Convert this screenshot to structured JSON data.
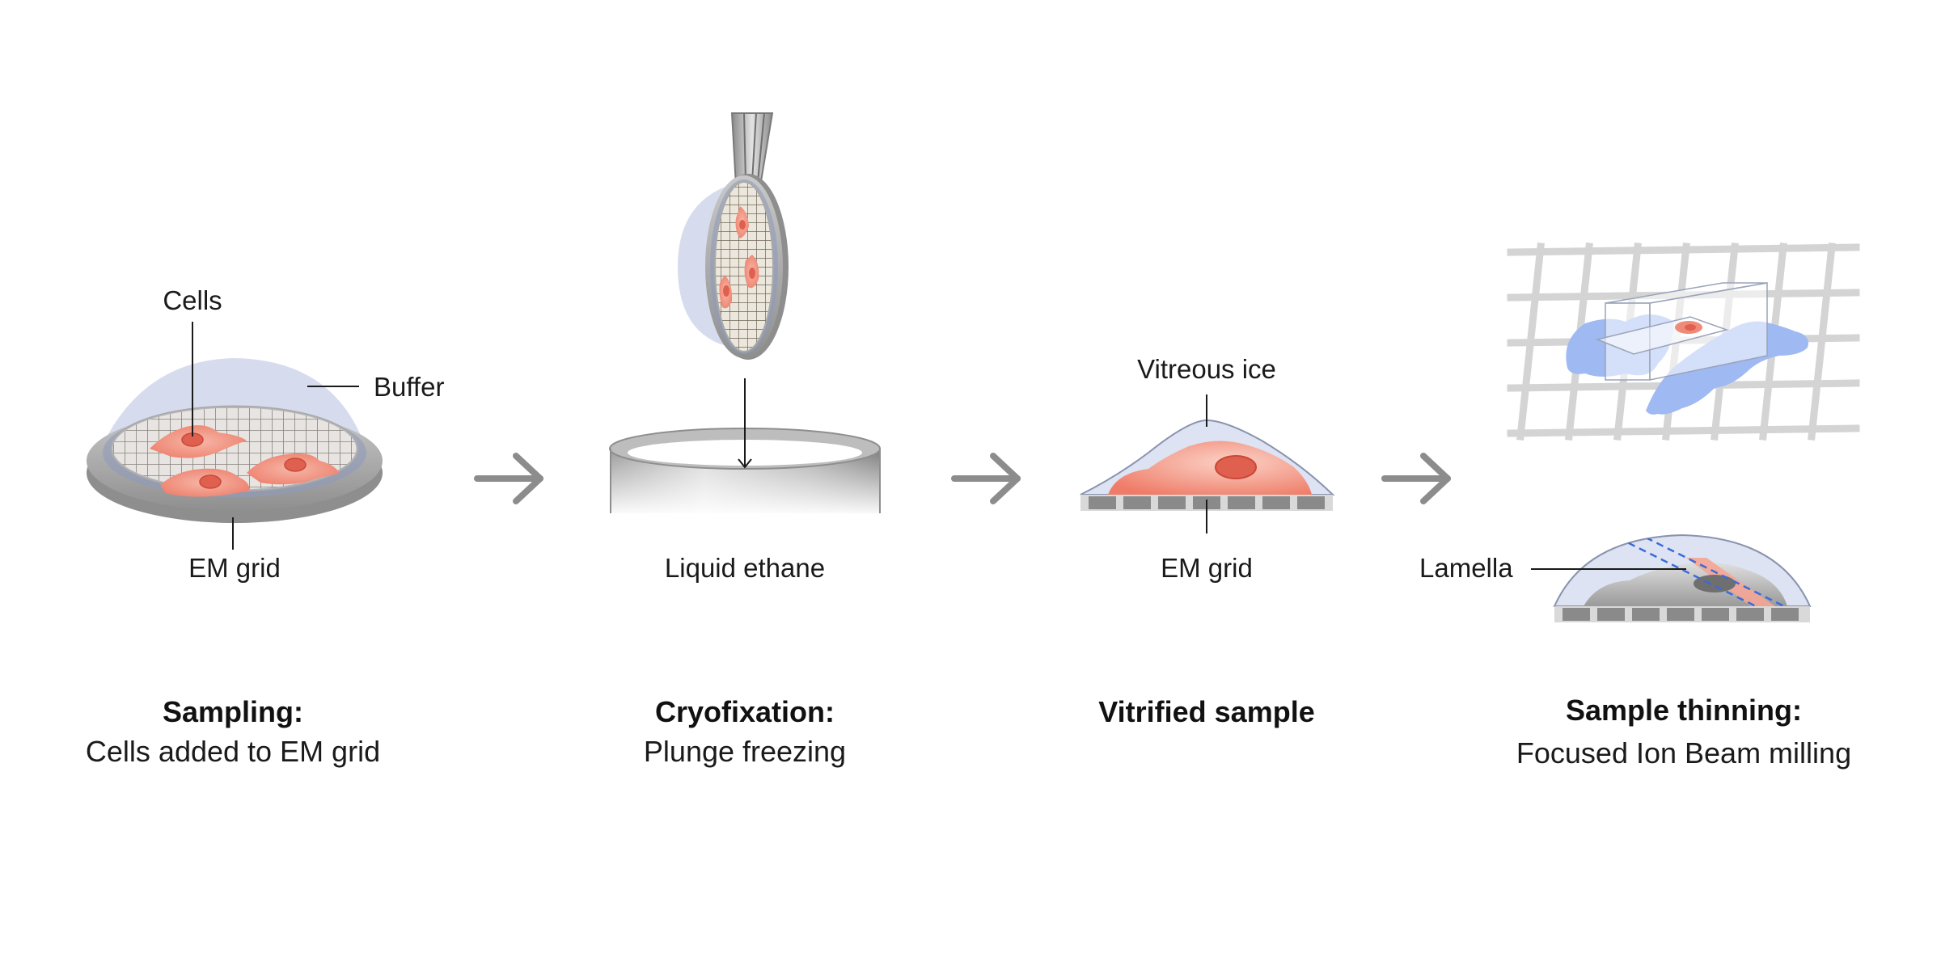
{
  "steps": [
    {
      "title": "Sampling:",
      "subtitle": "Cells added to EM grid",
      "labels": {
        "cells": "Cells",
        "buffer": "Buffer",
        "grid": "EM grid"
      }
    },
    {
      "title": "Cryofixation:",
      "subtitle": "Plunge freezing",
      "labels": {
        "ethane": "Liquid ethane"
      }
    },
    {
      "title": "Vitrified sample",
      "subtitle": "",
      "labels": {
        "ice": "Vitreous ice",
        "grid": "EM grid"
      }
    },
    {
      "title": "Sample thinning:",
      "subtitle": "Focused Ion Beam milling",
      "labels": {
        "lamella": "Lamella"
      }
    }
  ],
  "colors": {
    "arrow": "#8c8c8c",
    "cell": "#f08a78",
    "nucleus": "#e06050",
    "buffer": "#d6dcee",
    "ice": "#dde3f3",
    "metal": "#b5b5b5",
    "sample_blue": "#9fb9f2",
    "lamella_line": "#3a6bd8"
  }
}
